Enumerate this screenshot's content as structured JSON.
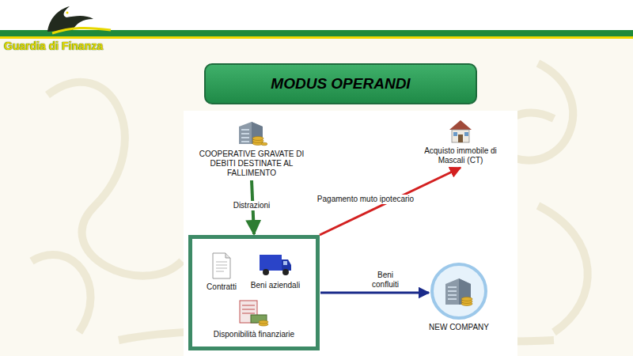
{
  "diagram": {
    "title": "MODUS OPERANDI",
    "nodes": [
      {
        "text": [
          "COOPERATIVE GRAVATE DI DEBITI DESTINATE AL FALLIMENTO"
        ]
      },
      {
        "text": [
          "Acquisto immobile di Mascali (CT)"
        ]
      },
      {
        "text": []
      },
      {
        "text": [
          "Contratti"
        ],
        "in": 2
      },
      {
        "text": [
          "Beni aziendali"
        ],
        "in": 2
      },
      {
        "text": [
          "Disponibilità finanziarie"
        ],
        "in": 2
      },
      {
        "text": [
          "NEW COMPANY"
        ]
      }
    ],
    "edges": [
      {
        "from": 0,
        "to": 2,
        "arrow": "to",
        "label": "Distrazioni"
      },
      {
        "from": 2,
        "to": 1,
        "arrow": "to",
        "label": "Pagamento muto ipotecario"
      },
      {
        "from": 2,
        "to": 6,
        "arrow": "to",
        "label": "Beni confluiti"
      }
    ],
    "labels": [
      "Guardia di Finanza"
    ]
  }
}
